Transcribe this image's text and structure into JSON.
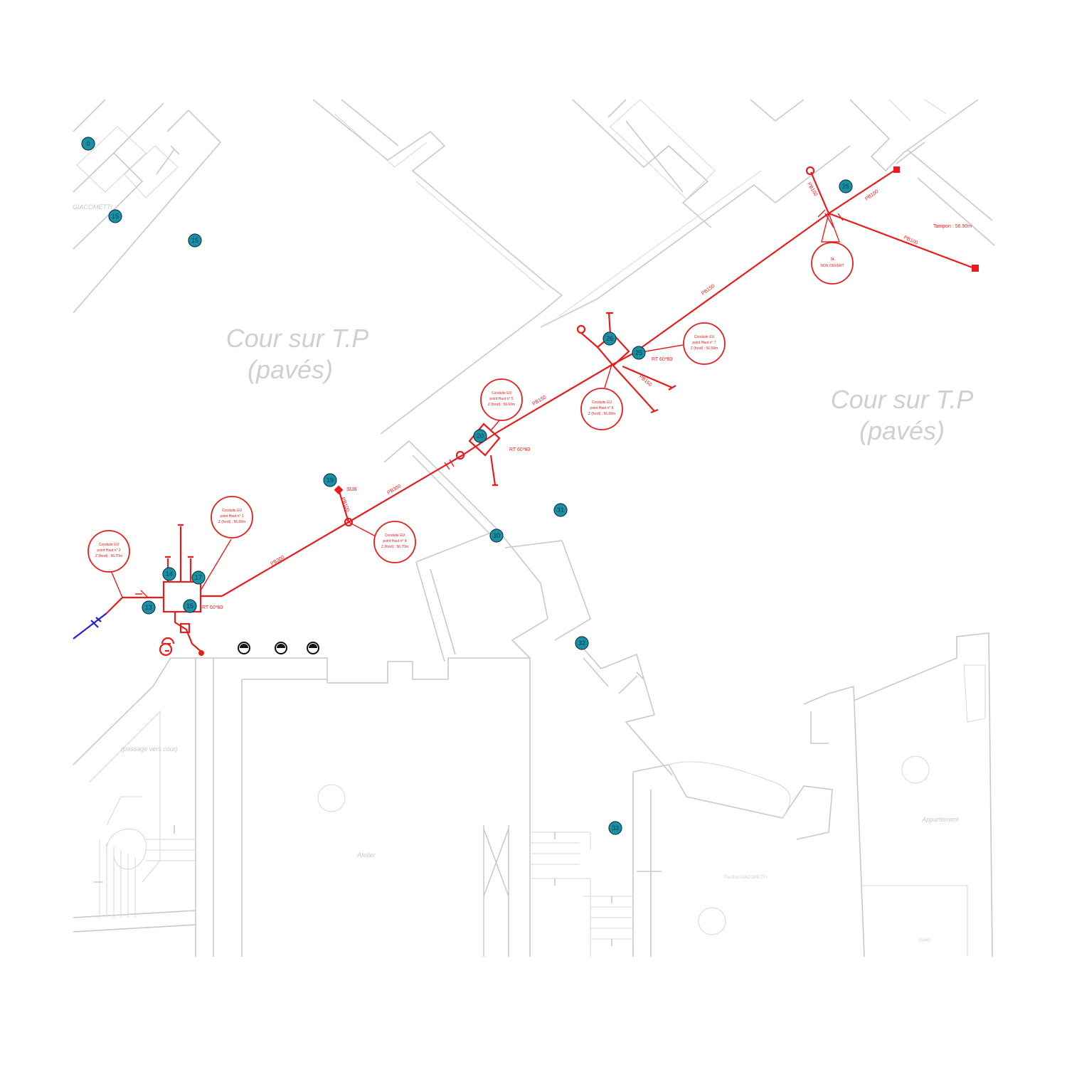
{
  "drawing": {
    "colors": {
      "walls": "#c9c9c9",
      "network": "#e81c1c",
      "supply": "#2222dd",
      "marker_fill": "#1b8fa3"
    },
    "zones": [
      {
        "line1": "Cour sur T.P",
        "line2": "(pavés)"
      },
      {
        "line1": "Cour sur T.P",
        "line2": "(pavés)"
      }
    ],
    "rooms": {
      "atelier": "Atelier",
      "appartement": "Appartement",
      "pavillon": "Pavillon GIACOMETTI",
      "cave": "(cave)",
      "giacometti_nw": "GIACOMETTI",
      "cour_sub": "(passage vers cour)"
    },
    "pipe_labels": {
      "pe300_a": "PB300",
      "pe300_b": "PB300",
      "pe150_a": "PB150",
      "pe150_b": "PB150",
      "pe150_c": "PB150",
      "pe100_a": "PB100",
      "pe100_b": "PB100",
      "pe100_c": "PB100",
      "pe100_d": "PB100",
      "rt_a": "RT 60*60",
      "rt_b": "RT 60*60",
      "rt_c": "RT 60*60",
      "sub": "SUB",
      "tampon": "Tampon : 56.90m"
    },
    "bubbles": [
      {
        "l1": "Conduite EU",
        "l2": "point Haut n° 2",
        "l3": "Z (fond) : 56.70m"
      },
      {
        "l1": "Conduite EU",
        "l2": "point Haut n° 3",
        "l3": "Z (fond) : 56.60m"
      },
      {
        "l1": "Conduite EU",
        "l2": "point Haut n° 4",
        "l3": "Z (fond) : 56.70m"
      },
      {
        "l1": "Conduite EU",
        "l2": "point Haut n° 5",
        "l3": "Z (fond) : 56.60m"
      },
      {
        "l1": "Conduite EU",
        "l2": "point Haut n° 6",
        "l3": "Z (fond) : 56.60m"
      },
      {
        "l1": "Conduite EU",
        "l2": "point Haut n° 7",
        "l3": "Z (fond) : 56.50m"
      },
      {
        "l1": "TA",
        "l2": "NON OUVERT",
        "l3": ""
      }
    ],
    "markers": [
      "0",
      "15",
      "15",
      "19",
      "20",
      "26",
      "25",
      "25",
      "31",
      "30",
      "32",
      "33",
      "13",
      "14",
      "17",
      "15"
    ]
  }
}
